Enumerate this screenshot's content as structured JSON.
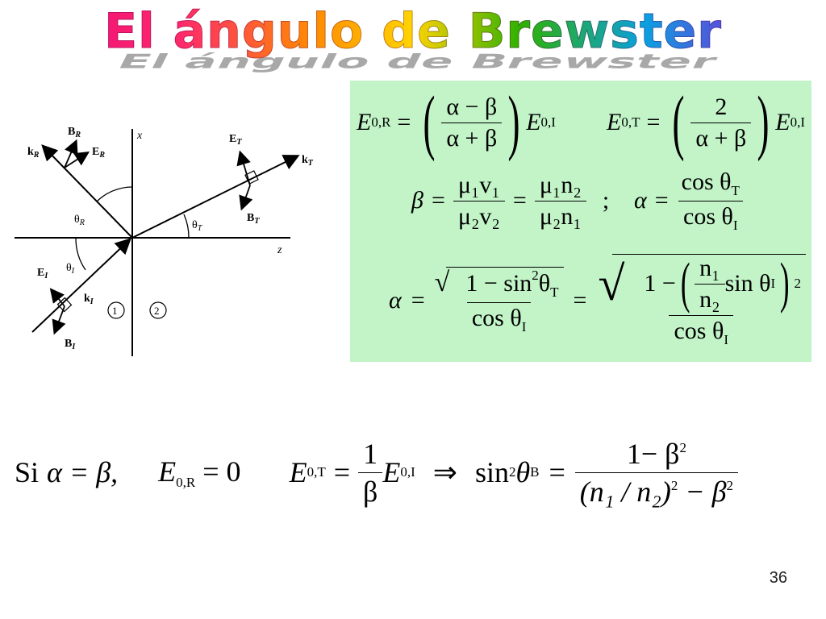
{
  "title": "El ángulo de Brewster",
  "diagram": {
    "labels": {
      "kR": "k",
      "kR_sub": "R",
      "BR": "B",
      "BR_sub": "R",
      "ER": "E",
      "ER_sub": "R",
      "x": "x",
      "ET": "E",
      "ET_sub": "T",
      "kT": "k",
      "kT_sub": "T",
      "thetaR": "θ",
      "thetaR_sub": "R",
      "thetaT": "θ",
      "thetaT_sub": "T",
      "BT": "B",
      "BT_sub": "T",
      "z": "z",
      "EI": "E",
      "EI_sub": "I",
      "thetaI": "θ",
      "thetaI_sub": "I",
      "kI": "k",
      "kI_sub": "I",
      "BI": "B",
      "BI_sub": "I",
      "medium1": "1",
      "medium2": "2"
    }
  },
  "panel": {
    "eq_ER": {
      "lhs": "E",
      "lhs_sub": "0,R",
      "num": "α − β",
      "den": "α + β",
      "rhs": "E",
      "rhs_sub": "0,I"
    },
    "eq_ET": {
      "lhs": "E",
      "lhs_sub": "0,T",
      "num": "2",
      "den": "α + β",
      "rhs": "E",
      "rhs_sub": "0,I"
    },
    "eq_beta": {
      "lhs": "β",
      "f1_num": "μ₁v₁",
      "f1_den": "μ₂v₂",
      "f2_num": "μ₁n₂",
      "f2_den": "μ₂n₁",
      "sep": ";"
    },
    "eq_alpha": {
      "lhs": "α",
      "num": "cos θ",
      "num_sub": "T",
      "den": "cos θ",
      "den_sub": "I"
    },
    "eq_alpha_full": {
      "lhs": "α",
      "sqrt1": "1 − sin",
      "sqrt1_sup": "2",
      "sqrt1_tail": "θ",
      "sqrt1_sub": "T",
      "den": "cos θ",
      "den_sub": "I",
      "sqrt2_head": "1 −",
      "ratio_num": "n₁",
      "ratio_den": "n₂",
      "ratio_tail": "sin θ",
      "ratio_sub": "I",
      "sq": "2"
    }
  },
  "bottom": {
    "si": "Si",
    "cond": "α = β,",
    "er": "E",
    "er_sub": "0,R",
    "er_val": "= 0",
    "et": "E",
    "et_sub": "0,T",
    "et_eq": "=",
    "et_num": "1",
    "et_den": "β",
    "et_rhs": "E",
    "et_rhs_sub": "0,I",
    "implies": "⇒",
    "sin": "sin",
    "sin_sup": "2",
    "theta": "θ",
    "theta_sub": "B",
    "eq": "=",
    "num": "1− β",
    "num_sup": "2",
    "den_head": "(n₁ / n₂)",
    "den_sup": "2",
    "den_tail": "− β",
    "den_tail_sup": "2"
  },
  "page_number": "36"
}
